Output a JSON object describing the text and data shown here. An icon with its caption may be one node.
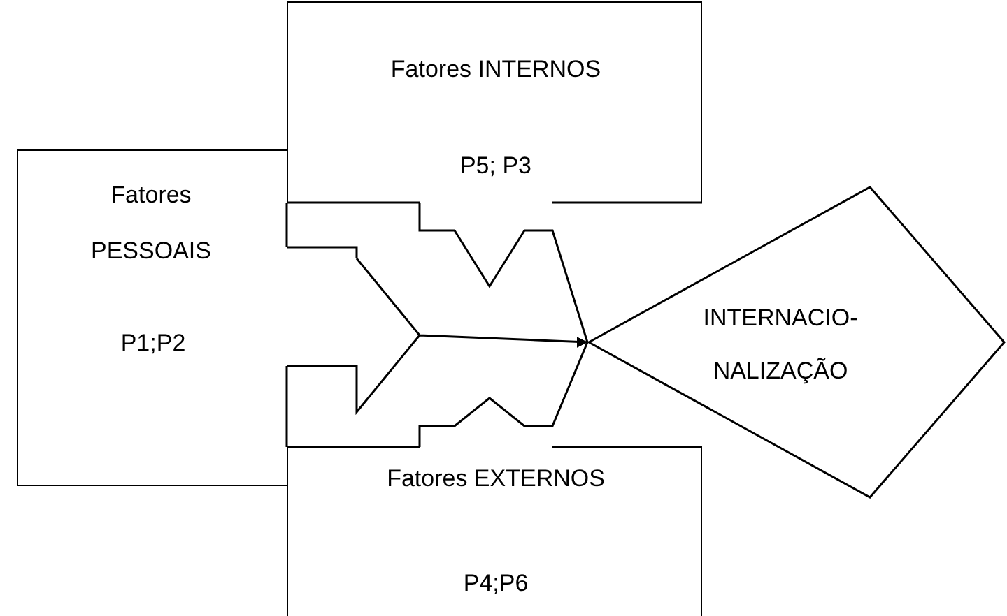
{
  "diagram": {
    "nodes": [
      {
        "text": [
          "Fatores INTERNOS",
          "P5; P3"
        ]
      },
      {
        "text": [
          "Fatores PESSOAIS",
          "P1;P2"
        ]
      },
      {
        "text": [
          "Fatores EXTERNOS",
          "P4;P6"
        ]
      },
      {
        "text": [
          "INTERNACIO- NALIZAÇÃO"
        ]
      }
    ],
    "edges": [
      {
        "from": 0,
        "to": 3,
        "arrow": "to"
      },
      {
        "from": 1,
        "to": 3,
        "arrow": "to"
      },
      {
        "from": 2,
        "to": 3,
        "arrow": "to"
      }
    ]
  }
}
